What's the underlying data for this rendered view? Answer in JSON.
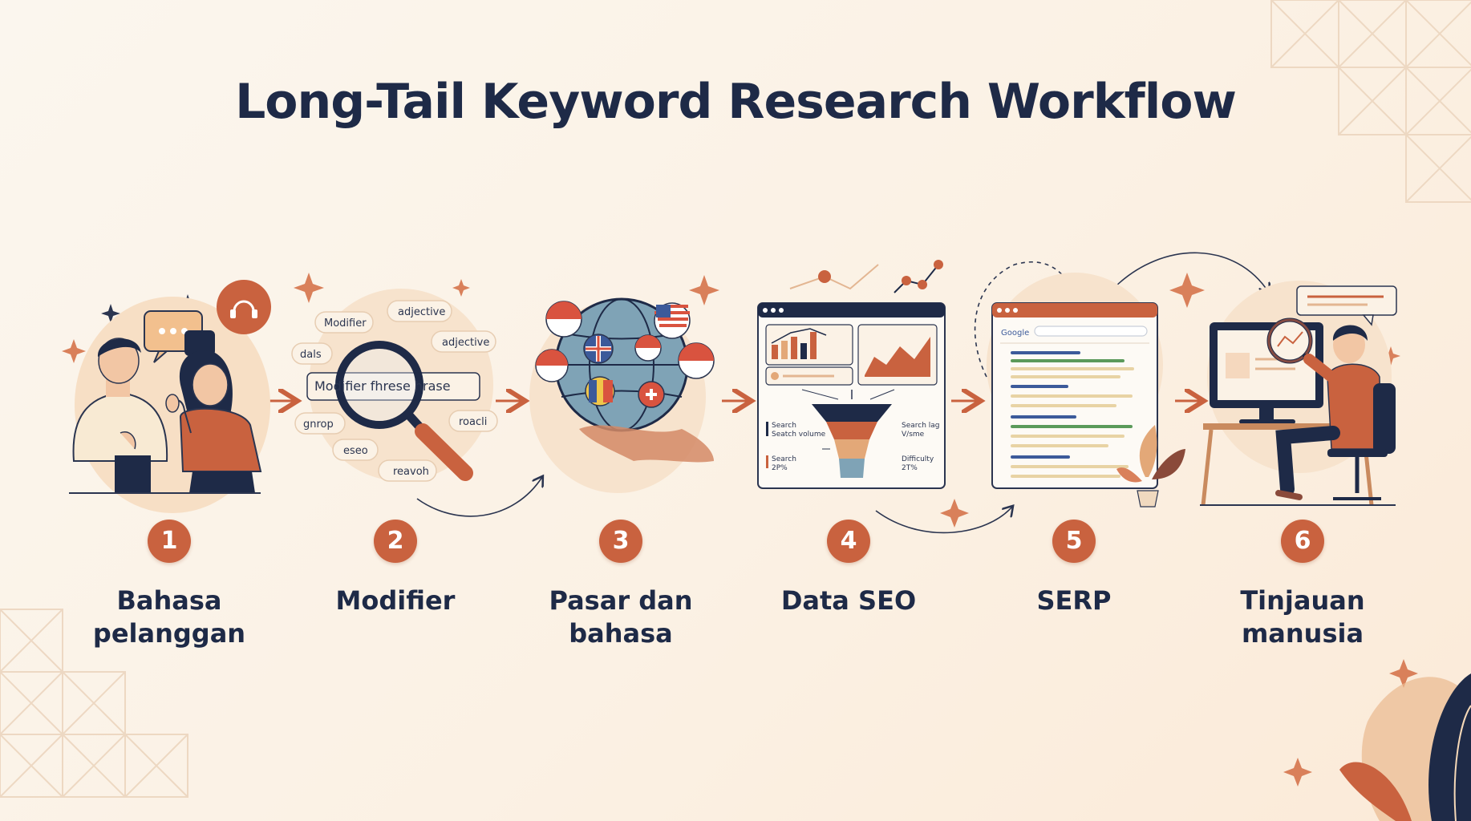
{
  "title": "Long-Tail Keyword Research Workflow",
  "steps": [
    {
      "number": "1",
      "label": "Bahasa\npelanggan"
    },
    {
      "number": "2",
      "label": "Modifier"
    },
    {
      "number": "3",
      "label": "Pasar dan\nbahasa"
    },
    {
      "number": "4",
      "label": "Data SEO"
    },
    {
      "number": "5",
      "label": "SERP"
    },
    {
      "number": "6",
      "label": "Tinjauan\nmanusia"
    }
  ],
  "modifier_words": {
    "w1": "Modifier",
    "w2": "adjective",
    "w3": "adjective",
    "w4": "dals",
    "w5": "Modifier fhrese hrase",
    "w6": "gnrop",
    "w7": "roacli",
    "w8": "eseo",
    "w9": "reavoh"
  },
  "seo_panel": {
    "t1": "Search",
    "t2": "Seatch volume",
    "t3": "Search",
    "t4": "2P%",
    "t5": "Search lag",
    "t6": "V/sme",
    "t7": "Difficulty",
    "t8": "2T%"
  },
  "serp": {
    "logo": "Google"
  },
  "colors": {
    "accent": "#c9623f",
    "navy": "#1e2a47",
    "cream": "#f9efe2",
    "skin": "#f2c6a4",
    "leaf": "#e3a878"
  }
}
